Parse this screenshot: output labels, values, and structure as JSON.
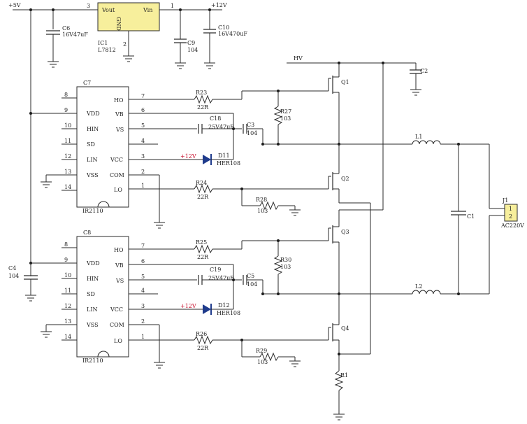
{
  "regulator": {
    "vout": "Vout",
    "vin": "Vin",
    "gnd": "GND",
    "ref": "IC1",
    "part": "L7812",
    "pin_in": "1",
    "pin_out": "3",
    "pin_gnd": "2"
  },
  "rails": {
    "v5": "+5V",
    "v12": "+12V",
    "hv": "HV"
  },
  "caps": {
    "c6_ref": "C6",
    "c6_val": "16V47uF",
    "c9_ref": "C9",
    "c9_val": "104",
    "c10_ref": "C10",
    "c10_val": "16V470uF",
    "c2_ref": "C2",
    "c4_ref": "C4",
    "c4_val": "104",
    "c1_ref": "C1",
    "c18_ref": "C18",
    "c18_val": "25V47uF",
    "c3_ref": "C3",
    "c3_val": "104",
    "c19_ref": "C19",
    "c19_val": "25V47uF",
    "c5_ref": "C5",
    "c5_val": "104"
  },
  "driver1": {
    "ref": "C7",
    "part": "IR2110",
    "left_pins": [
      {
        "num": "8",
        "name": ""
      },
      {
        "num": "9",
        "name": "VDD"
      },
      {
        "num": "10",
        "name": "HIN"
      },
      {
        "num": "11",
        "name": "SD"
      },
      {
        "num": "12",
        "name": "LIN"
      },
      {
        "num": "13",
        "name": "VSS"
      },
      {
        "num": "14",
        "name": ""
      }
    ],
    "right_pins": [
      {
        "num": "7",
        "name": "HO"
      },
      {
        "num": "6",
        "name": "VB"
      },
      {
        "num": "5",
        "name": "VS"
      },
      {
        "num": "4",
        "name": ""
      },
      {
        "num": "3",
        "name": "VCC"
      },
      {
        "num": "2",
        "name": "COM"
      },
      {
        "num": "1",
        "name": "LO"
      }
    ]
  },
  "driver2": {
    "ref": "C8",
    "part": "IR2110",
    "left_pins": [
      {
        "num": "8",
        "name": ""
      },
      {
        "num": "9",
        "name": "VDD"
      },
      {
        "num": "10",
        "name": "HIN"
      },
      {
        "num": "11",
        "name": "SD"
      },
      {
        "num": "12",
        "name": "LIN"
      },
      {
        "num": "13",
        "name": "VSS"
      },
      {
        "num": "14",
        "name": ""
      }
    ],
    "right_pins": [
      {
        "num": "7",
        "name": "HO"
      },
      {
        "num": "6",
        "name": "VB"
      },
      {
        "num": "5",
        "name": "VS"
      },
      {
        "num": "4",
        "name": ""
      },
      {
        "num": "3",
        "name": "VCC"
      },
      {
        "num": "2",
        "name": "COM"
      },
      {
        "num": "1",
        "name": "LO"
      }
    ]
  },
  "resistors": {
    "r23_ref": "R23",
    "r23_val": "22R",
    "r24_ref": "R24",
    "r24_val": "22R",
    "r25_ref": "R25",
    "r25_val": "22R",
    "r26_ref": "R26",
    "r26_val": "22R",
    "r27_ref": "R27",
    "r27_val": "103",
    "r28_ref": "R28",
    "r28_val": "103",
    "r29_ref": "R29",
    "r29_val": "103",
    "r30_ref": "R30",
    "r30_val": "103",
    "r1_ref": "R1"
  },
  "diodes": {
    "d11_ref": "D11",
    "d11_part": "HER108",
    "d12_ref": "D12",
    "d12_part": "HER108",
    "vcc_label": "+12V"
  },
  "mosfets": {
    "q1": "Q1",
    "q2": "Q2",
    "q3": "Q3",
    "q4": "Q4"
  },
  "inductors": {
    "l1": "L1",
    "l2": "L2"
  },
  "connector": {
    "ref": "J1",
    "pin1": "1",
    "pin2": "2",
    "value": "AC220V"
  }
}
